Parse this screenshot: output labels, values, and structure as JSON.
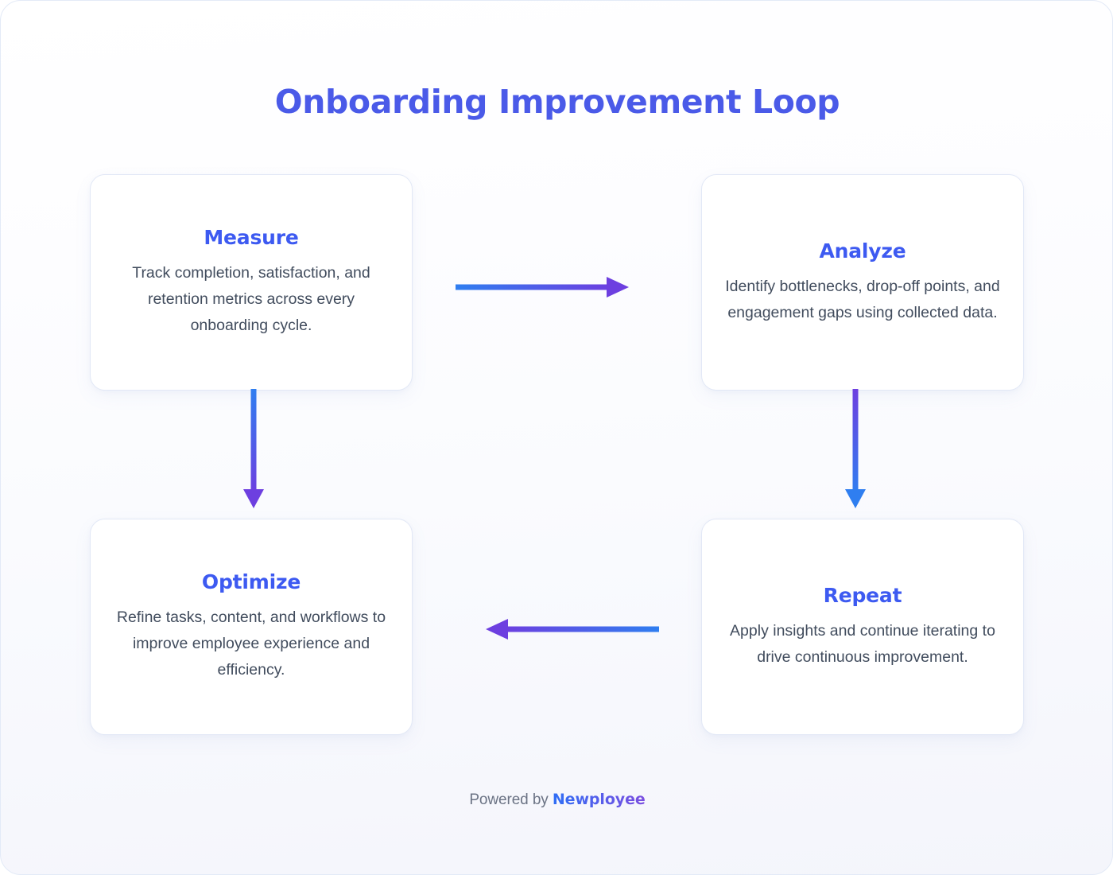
{
  "page": {
    "title": "Onboarding Improvement Loop",
    "background_top": "#ffffff",
    "background_bottom": "#f4f5fb",
    "title_color": "#4a5ae8",
    "frame_border_color": "#e3eaf7"
  },
  "theme": {
    "accent_blue": "#3d5af1",
    "accent_purple": "#7b4ee0",
    "body_text": "#414c5d",
    "card_border": "#e2e8f6",
    "card_background": "#ffffff",
    "footer_text": "#6b7384"
  },
  "cards": [
    {
      "id": "measure",
      "heading": "Measure",
      "body": "Track completion, satisfaction, and retention metrics across every onboarding cycle.",
      "position": "top-left"
    },
    {
      "id": "analyze",
      "heading": "Analyze",
      "body": "Identify bottlenecks, drop-off points, and engagement gaps using collected data.",
      "position": "top-right"
    },
    {
      "id": "optimize",
      "heading": "Optimize",
      "body": "Refine tasks, content, and workflows to improve employee experience and efficiency.",
      "position": "bottom-left"
    },
    {
      "id": "repeat",
      "heading": "Repeat",
      "body": "Apply insights and continue iterating to drive continuous improvement.",
      "position": "bottom-right"
    }
  ],
  "arrows": [
    {
      "id": "measure-to-analyze",
      "icon": "arrow-right-icon",
      "direction": "right",
      "from": "Measure",
      "to": "Analyze",
      "gradient_from": "#2f7ef0",
      "gradient_to": "#6d3fe0"
    },
    {
      "id": "analyze-to-repeat",
      "icon": "arrow-down-icon",
      "direction": "down",
      "from": "Analyze",
      "to": "Repeat",
      "gradient_from": "#6d3fe0",
      "gradient_to": "#2f7ef0"
    },
    {
      "id": "repeat-to-optimize",
      "icon": "arrow-left-icon",
      "direction": "left",
      "from": "Repeat",
      "to": "Optimize",
      "gradient_from": "#6d3fe0",
      "gradient_to": "#2f7ef0"
    },
    {
      "id": "optimize-to-measure",
      "icon": "arrow-down-icon",
      "direction": "down",
      "from": "Measure",
      "to": "Optimize",
      "gradient_from": "#2f7ef0",
      "gradient_to": "#6d3fe0"
    }
  ],
  "footer": {
    "prefix": "Powered by ",
    "brand": "Newployee"
  }
}
